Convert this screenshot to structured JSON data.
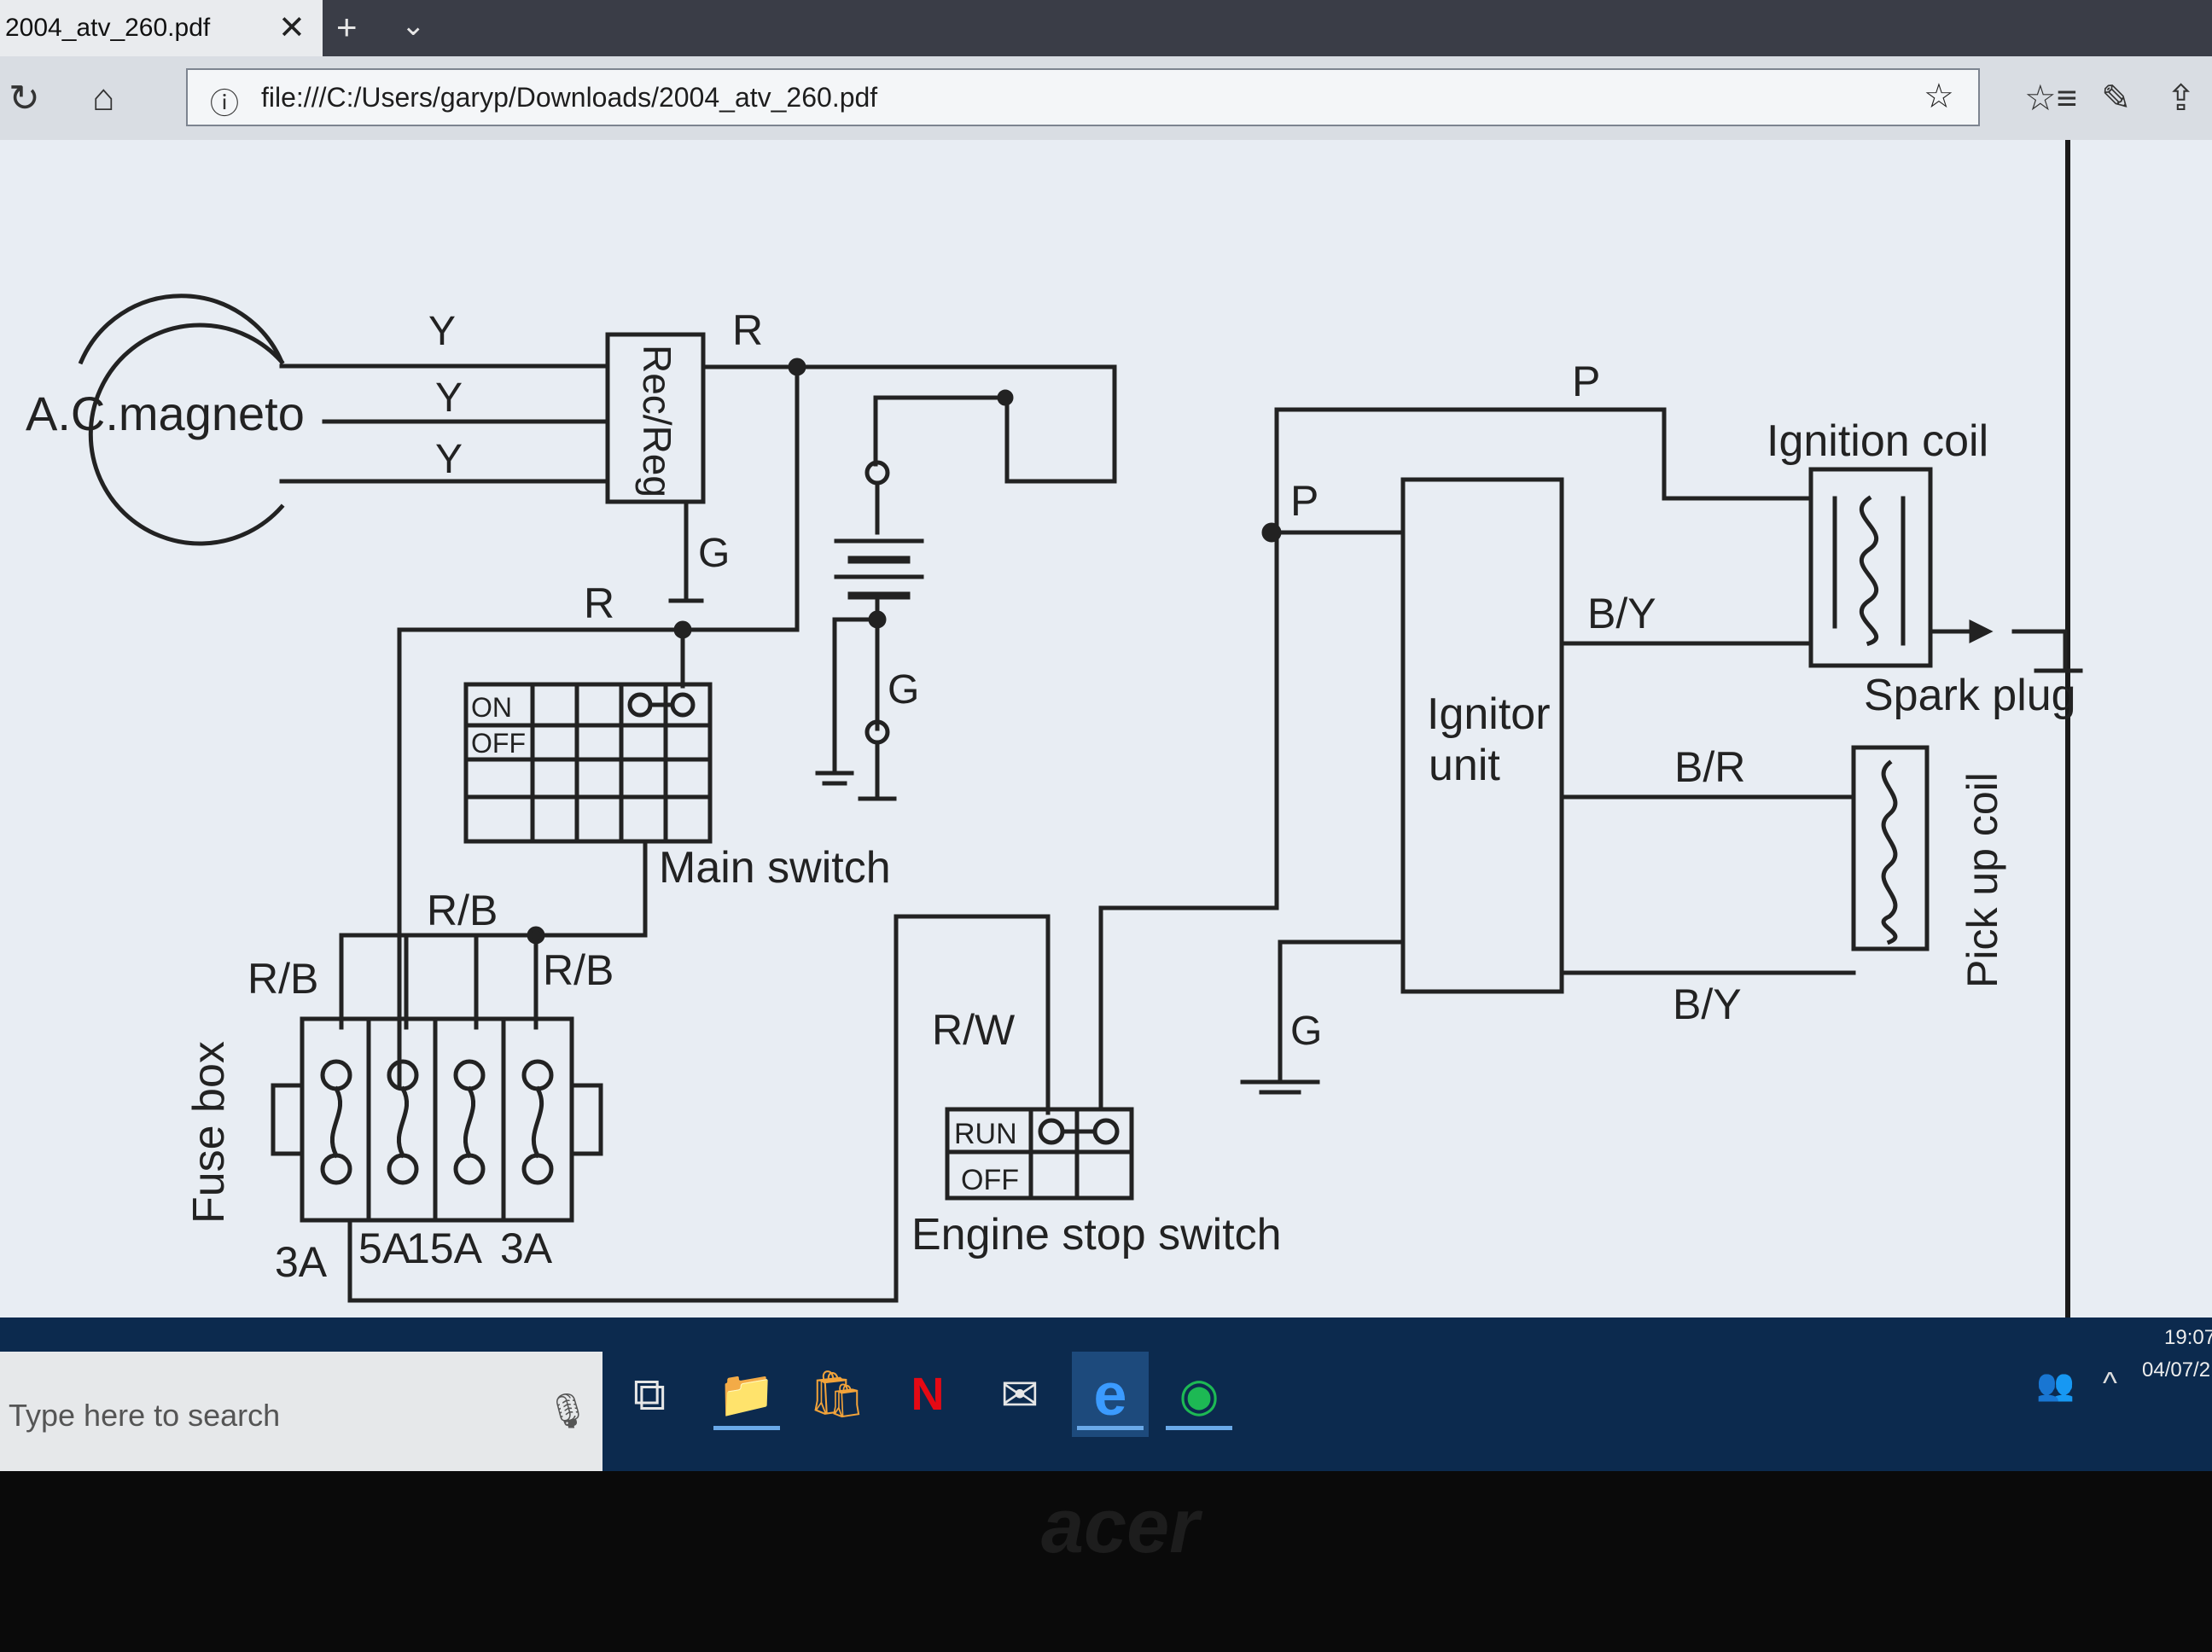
{
  "browser": {
    "tab_title": "2004_atv_260.pdf",
    "tab_close": "✕",
    "new_tab": "+",
    "tab_list": "⌄",
    "address": "file:///C:/Users/garyp/Downloads/2004_atv_260.pdf",
    "info_icon": "ⓘ",
    "favorite_icon": "☆",
    "refresh_icon": "↻",
    "home_icon": "⌂",
    "favorites_list_icon": "☆≡",
    "pen_icon": "✎",
    "share_icon": "⇪"
  },
  "diagram": {
    "ac_magneto": "A.C.magneto",
    "wire_y": [
      "Y",
      "Y",
      "Y"
    ],
    "rec_reg": "Rec/Reg",
    "wire_r_top": "R",
    "wire_g_rec": "G",
    "wire_r_left": "R",
    "main_switch": {
      "label": "Main switch",
      "on": "ON",
      "off": "OFF"
    },
    "battery_ground": "G",
    "wire_rb_top": "R/B",
    "wire_rb_left": "R/B",
    "wire_rb_right": "R/B",
    "fuse_box": {
      "label": "Fuse box",
      "ratings": [
        "3A",
        "5A",
        "15A",
        "3A"
      ]
    },
    "wire_rw": "R/W",
    "engine_stop_switch": {
      "label": "Engine stop switch",
      "run": "RUN",
      "off": "OFF"
    },
    "wire_p_top": "P",
    "wire_p_left": "P",
    "ignitor_unit": [
      "Ignitor",
      "unit"
    ],
    "wire_g_ignitor": "G",
    "ignition_coil": "Ignition coil",
    "wire_by_top": "B/Y",
    "spark_plug": "Spark plug",
    "wire_br": "B/R",
    "wire_by_bottom": "B/Y",
    "pickup_coil": "Pick up coil"
  },
  "taskbar": {
    "search_placeholder": "Type here to search",
    "mic_icon": "🎙",
    "task_view_icon": "⧉",
    "explorer_icon": "📁",
    "store_icon": "🛍",
    "netflix_icon": "N",
    "mail_icon": "✉",
    "edge_icon": "e",
    "spotify_icon": "◉",
    "time": "19:07",
    "date": "04/07/2",
    "people_icon": "👥",
    "chevron_icon": "^"
  },
  "bezel": {
    "brand": "acer"
  }
}
